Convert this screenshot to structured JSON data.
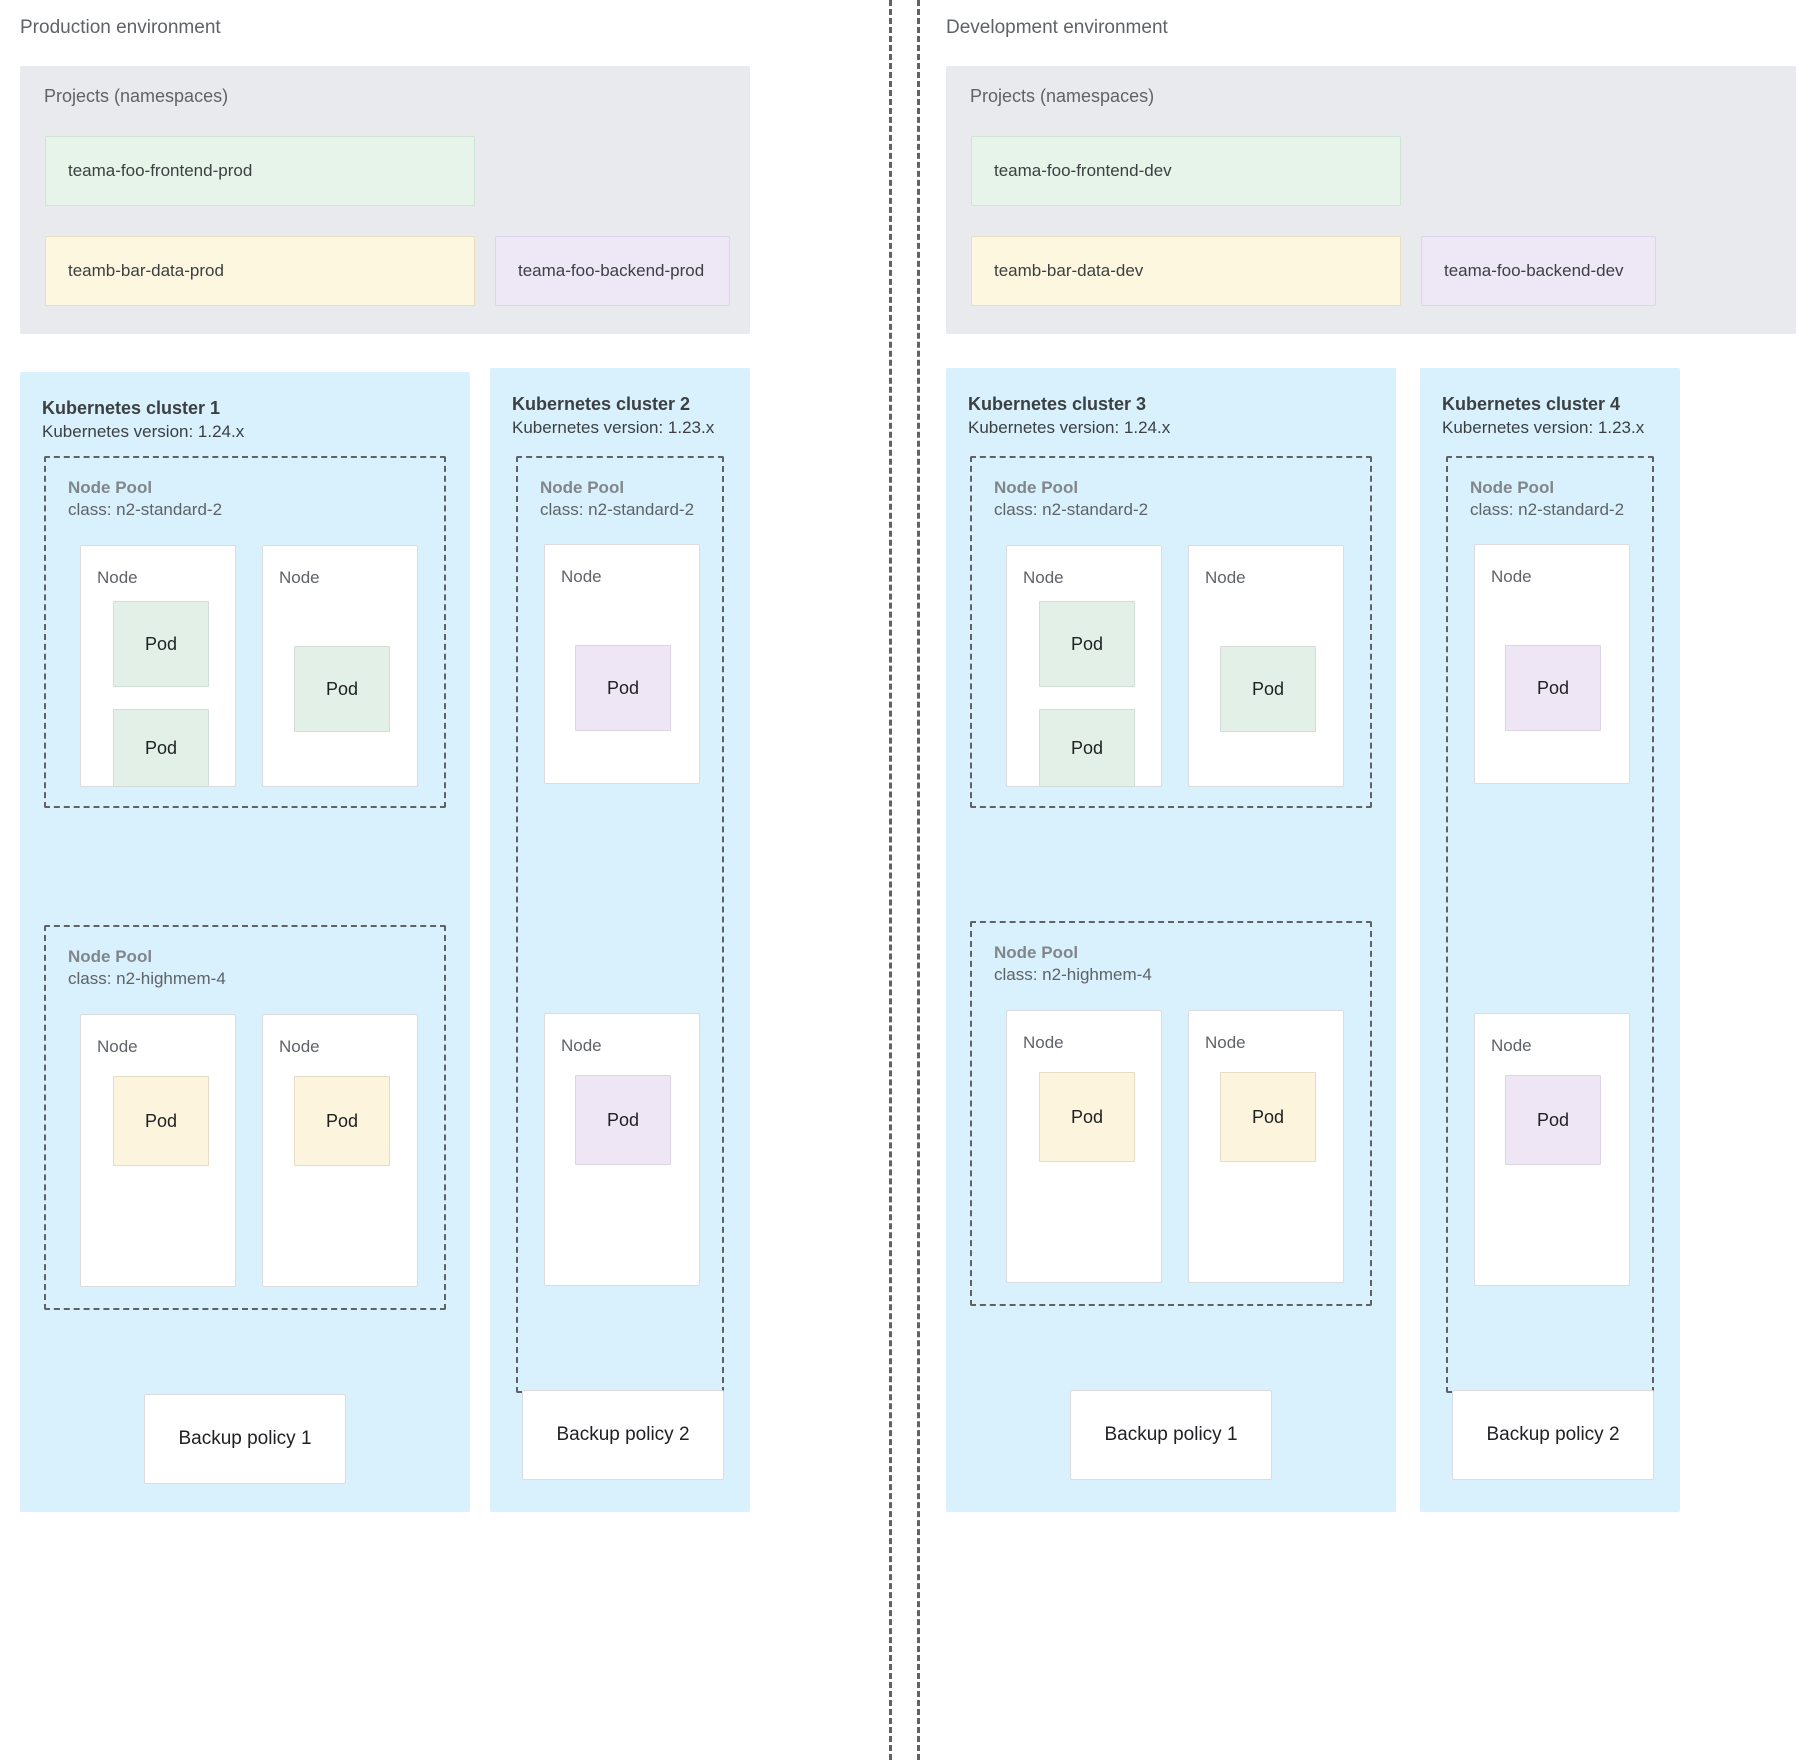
{
  "environments": [
    {
      "id": "production",
      "title": "Production environment",
      "projects": {
        "label": "Projects (namespaces)",
        "namespaces": [
          {
            "name": "teama-foo-frontend-prod",
            "color": "green"
          },
          {
            "name": "teamb-bar-data-prod",
            "color": "yellow"
          },
          {
            "name": "teama-foo-backend-prod",
            "color": "purple"
          }
        ]
      },
      "clusters": [
        {
          "name": "Kubernetes cluster 1",
          "version": "Kubernetes version: 1.24.x",
          "node_pools": [
            {
              "title": "Node Pool",
              "class": "class: n2-standard-2",
              "nodes": [
                {
                  "label": "Node",
                  "pods": [
                    {
                      "label": "Pod",
                      "color": "green"
                    },
                    {
                      "label": "Pod",
                      "color": "green"
                    }
                  ]
                },
                {
                  "label": "Node",
                  "pods": [
                    {
                      "label": "Pod",
                      "color": "green"
                    }
                  ]
                }
              ]
            },
            {
              "title": "Node Pool",
              "class": "class: n2-highmem-4",
              "nodes": [
                {
                  "label": "Node",
                  "pods": [
                    {
                      "label": "Pod",
                      "color": "yellow"
                    }
                  ]
                },
                {
                  "label": "Node",
                  "pods": [
                    {
                      "label": "Pod",
                      "color": "yellow"
                    }
                  ]
                }
              ]
            }
          ],
          "backup_policy": "Backup policy 1"
        },
        {
          "name": "Kubernetes cluster 2",
          "version": "Kubernetes version: 1.23.x",
          "node_pools": [
            {
              "title": "Node Pool",
              "class": "class: n2-standard-2",
              "nodes": [
                {
                  "label": "Node",
                  "pods": [
                    {
                      "label": "Pod",
                      "color": "purple"
                    }
                  ]
                },
                {
                  "label": "Node",
                  "pods": [
                    {
                      "label": "Pod",
                      "color": "purple"
                    }
                  ]
                }
              ]
            }
          ],
          "backup_policy": "Backup policy 2"
        }
      ]
    },
    {
      "id": "development",
      "title": "Development environment",
      "projects": {
        "label": "Projects (namespaces)",
        "namespaces": [
          {
            "name": "teama-foo-frontend-dev",
            "color": "green"
          },
          {
            "name": "teamb-bar-data-dev",
            "color": "yellow"
          },
          {
            "name": "teama-foo-backend-dev",
            "color": "purple"
          }
        ]
      },
      "clusters": [
        {
          "name": "Kubernetes cluster 3",
          "version": "Kubernetes version: 1.24.x",
          "node_pools": [
            {
              "title": "Node Pool",
              "class": "class: n2-standard-2",
              "nodes": [
                {
                  "label": "Node",
                  "pods": [
                    {
                      "label": "Pod",
                      "color": "green"
                    },
                    {
                      "label": "Pod",
                      "color": "green"
                    }
                  ]
                },
                {
                  "label": "Node",
                  "pods": [
                    {
                      "label": "Pod",
                      "color": "green"
                    }
                  ]
                }
              ]
            },
            {
              "title": "Node Pool",
              "class": "class: n2-highmem-4",
              "nodes": [
                {
                  "label": "Node",
                  "pods": [
                    {
                      "label": "Pod",
                      "color": "yellow"
                    }
                  ]
                },
                {
                  "label": "Node",
                  "pods": [
                    {
                      "label": "Pod",
                      "color": "yellow"
                    }
                  ]
                }
              ]
            }
          ],
          "backup_policy": "Backup policy 1"
        },
        {
          "name": "Kubernetes cluster 4",
          "version": "Kubernetes version: 1.23.x",
          "node_pools": [
            {
              "title": "Node Pool",
              "class": "class: n2-standard-2",
              "nodes": [
                {
                  "label": "Node",
                  "pods": [
                    {
                      "label": "Pod",
                      "color": "purple"
                    }
                  ]
                },
                {
                  "label": "Node",
                  "pods": [
                    {
                      "label": "Pod",
                      "color": "purple"
                    }
                  ]
                }
              ]
            }
          ],
          "backup_policy": "Backup policy 2"
        }
      ]
    }
  ],
  "colors": {
    "cluster_bg": "#d9f0fd",
    "projects_bg": "#e8eaed",
    "green": "#e6f4ea",
    "yellow": "#fef7e0",
    "purple": "#ede7f6",
    "divider": "#5f6368",
    "text": "#3c4043",
    "muted_text": "#5f6368"
  }
}
